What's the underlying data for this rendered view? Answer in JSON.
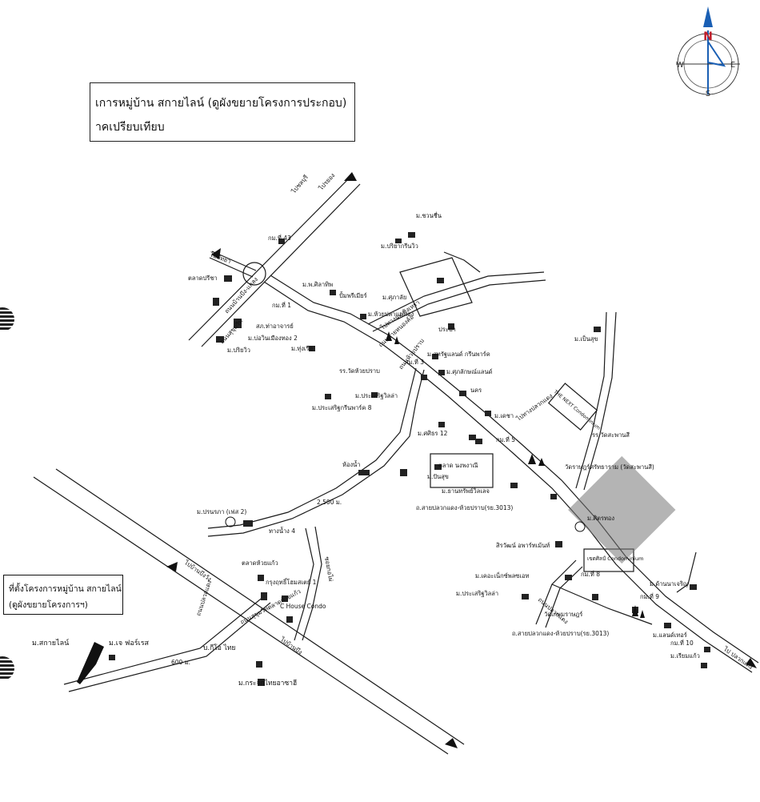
{
  "header": {
    "title_line1": "เการหมู่บ้าน สกายไลน์ (ดูผังขยายโครงการประกอบ)",
    "title_line2": "าคเปรียบเทียบ"
  },
  "legend": {
    "line1": "ที่ตั้งโครงการหมู่บ้าน สกายไลน์",
    "line2": "(ดูผังขยายโครงการฯ)"
  },
  "compass": {
    "n": "N",
    "s": "S",
    "e": "E",
    "w": "W"
  },
  "labels": {
    "l01": "กม.ที่ 43",
    "l02": "ม.ชวนชื่น",
    "l03": "ม.ปริยากรีนวิว",
    "l04": "ตลาดปรีชา",
    "l05": "ม.พ.ศิลาทิพ",
    "l06": "ปั้มพรีเมียร์",
    "l07": "กม.ที่ 1",
    "l08": "ม.ศุภาลัย",
    "l09": "ม.ห้วยปลาแม่ทอง",
    "l10": "สภ.ท่าอาจารย์",
    "l11": "ม.บ่อวินเมืองทอง 2",
    "l12": "ม.ปริยวิว",
    "l13": "ม.ทุ่งเรือ",
    "l14": "ประปา",
    "l15": "ม.เป็นสุข",
    "l16": "ม.สหรัฐแลนด์ กรีนพาร์ค",
    "l17": "กม.ที่ 3",
    "l18": "รร.วัดห้วยปราบ",
    "l19": "ม.ศุภลักษณ์แลนด์",
    "l20": "ม.ประเสริฐวิลล่า",
    "l21": "นคร",
    "l22": "ม.ประเสริฐกรีนพาร์ค 8",
    "l23": "ม.เดชา",
    "l24": "THE NEXT Condominium",
    "l25": "ม.ศศิธร 12",
    "l26": "กม.ที่ 5",
    "l27": "รร.วัดสะพานสี",
    "l28": "ตลาด นงพงาณี",
    "l29": "วัดราษฎร์ศรัทธาราม (วัดสะพานสี)",
    "l30": "ห้องน้ำ",
    "l31": "ม.ปันสุข",
    "l32": "ม.ธานทรัพย์วิลเลจ",
    "l33": "ถ.สายปลวกแดง-ห้วยปราบ(รย.3013)",
    "l34": "ม.ปรนรภา (เฟส 2)",
    "l35": "2,500 ม.",
    "l36": "ม.ศิตรทอง",
    "l37": "ทางน้ำง 4",
    "l38": "สิรวัฒน์ อพาร์ทเม้นท์",
    "l39": "ตลาดห้วยแก้ว",
    "l40": "กรุงฤทธิ์โฮมสเตย์ 1",
    "l41": "C House Condo",
    "l42": "ซอยกอไผ่",
    "l43": "เขตศิลป์ Condominium",
    "l44": "ม.เคอะเน็กซ์พลซเอท",
    "l45": "ม.ประเสริฐวิลล่า",
    "l46": "กม.ที่ 8",
    "l47": "วัดเกษมราษฎร์",
    "l48": "ถ.สายปลวกแดง-ห้วยปราบ(รย.3013)",
    "l49": "ม.ด้านนาเจริญ",
    "l50": "กม.ที่ 9",
    "l51": "ม.แลนด์เทอร์",
    "l52": "กม.ที่ 10",
    "l53": "ม.เรียมแก้ว",
    "l54": "ไป ปลวกแดง",
    "l55": "ม.สกายไลน์",
    "l56": "ม.เจ ฟอร์เรส",
    "l57": "บ.กีโอ ไทย",
    "l58": "600 ม.",
    "l59": "ม.กระจกไทยอาซาฮี",
    "l60": "ไปชลบุรี",
    "l61": "ไปพัทยา",
    "l62": "ถนนบ้านบึง-แกลง",
    "l63": "ถนนสุขุมวิท",
    "l64": "ไปรยอง",
    "l65": "ถนนสุขุมวิทตลาดห้วยแก้ว",
    "l66": "ไปบ้านบึง",
    "l67": "ถนนห้วยปราบ",
    "l68": "ถนนสายหนองค้อ",
    "l69": "ถนนปลวกแดง",
    "l70": "ไปบ้านบึงวัง",
    "l71": "ไปทางปลวกแดง",
    "l72": "ไปทางฉะเชิงเทรา",
    "l73": "ถนนปลวกแดง"
  },
  "colors": {
    "ink": "#1a1a1a",
    "compass_north": "#1a5fb4",
    "compass_red": "#c01c28"
  }
}
